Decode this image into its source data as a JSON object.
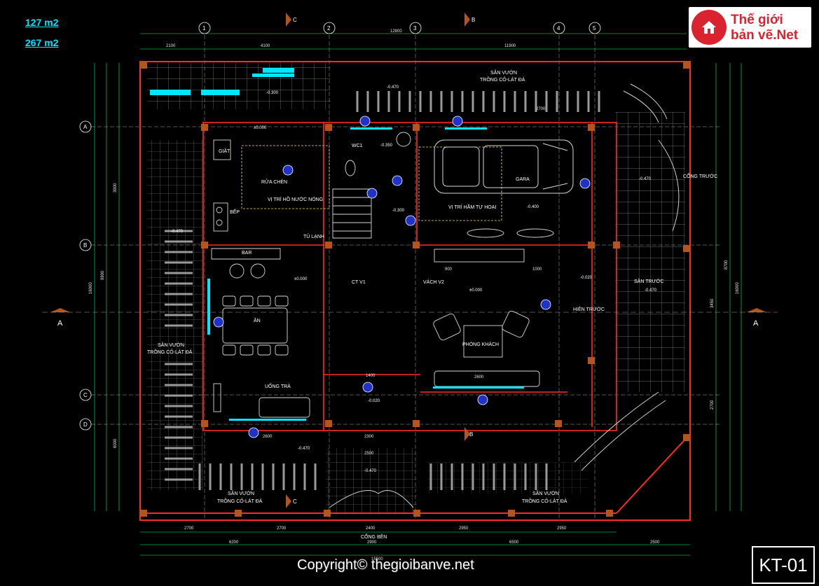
{
  "areas": {
    "first": "127 m2",
    "second": "267 m2"
  },
  "logo": {
    "line1": "Thế giới",
    "line2": "bản vẽ.Net",
    "icon": "house-icon",
    "brand_color": "#d9232e"
  },
  "copyright": "Copyright© thegioibanve.net",
  "sheet_code": "KT-01",
  "axes": {
    "columns": [
      "1",
      "2",
      "3",
      "4",
      "5"
    ],
    "rows": [
      "A",
      "B",
      "C",
      "D"
    ],
    "sections": [
      "C",
      "B",
      "A"
    ]
  },
  "rooms": {
    "garden_top_1": "SÂN VƯỜN",
    "garden_top_2": "TRỒNG CỎ-LÁT ĐÁ",
    "garden_left_1": "SÂN VƯỜN",
    "garden_left_2": "TRỒNG CỎ-LÁT ĐÁ",
    "garden_bl_1": "SÂN VƯỜN",
    "garden_bl_2": "TRỒNG CỎ-LÁT ĐÁ",
    "garden_br_1": "SÂN VƯỜN",
    "garden_br_2": "TRỒNG CỎ-LÁT ĐÁ",
    "giat": "GIẶT",
    "rua_chen": "RỬA CHÉN",
    "nuoc_nong": "VỊ TRÍ HỒ NƯỚC NÓNG",
    "bep": "BẾP",
    "tu_lanh": "TỦ LẠNH",
    "bar": "BAR",
    "an": "ĂN",
    "uong_tra": "UỐNG TRÀ",
    "wc1": "WC1",
    "gara": "GARA",
    "ham_tu_hoai": "VỊ TRÍ HẦM TỰ HOẠI",
    "cong_truoc": "CỔNG TRƯỚC",
    "san_truoc": "SÂN TRƯỚC",
    "hien_truoc": "HIÊN TRƯỚC",
    "phong_khach": "PHÒNG KHÁCH",
    "vach_v2": "VÁCH V2",
    "ct_v1": "CT V1",
    "cong_ben": "CỔNG BÊN"
  },
  "levels": {
    "l1": "-0.300",
    "l2": "±0.000",
    "l3": "-0.470",
    "l4": "-0.350",
    "l5": "-0.300",
    "l6": "-0.400",
    "l7": "-0.470",
    "l8": "-0.470",
    "l9": "±0.000",
    "l10": "±0.000",
    "l11": "-0.020",
    "l12": "-0.470",
    "l13": "-0.020",
    "l14": "-0.470",
    "l15": "-0.470"
  },
  "dims": {
    "top_total": "12800",
    "top_a": "2100",
    "top_b": "4100",
    "top_c": "11900",
    "bot_total": "15500",
    "bot_a": "6200",
    "bot_b": "2900",
    "bot_c": "6500",
    "bot_d": "2500",
    "bot_e": "2700",
    "bot_f": "2700",
    "bot_g": "2400",
    "bot_h": "2950",
    "bot_i": "2950",
    "left_total": "16000",
    "left_a": "9900",
    "left_b": "6000",
    "left_c": "3900",
    "right_total": "16000",
    "right_a": "8700",
    "right_b": "3450",
    "right_c": "2700",
    "inner_a": "2600",
    "inner_b": "2600",
    "inner_c": "2300",
    "inner_d": "1400",
    "inner_e": "2700",
    "inner_f": "900",
    "inner_g": "1000",
    "inner_h": "2500"
  },
  "colors": {
    "wall": "#ff2a2a",
    "grid": "#9a9a9a",
    "dim": "#00ff66",
    "accent": "#00e6ff",
    "column": "#b5541c"
  }
}
